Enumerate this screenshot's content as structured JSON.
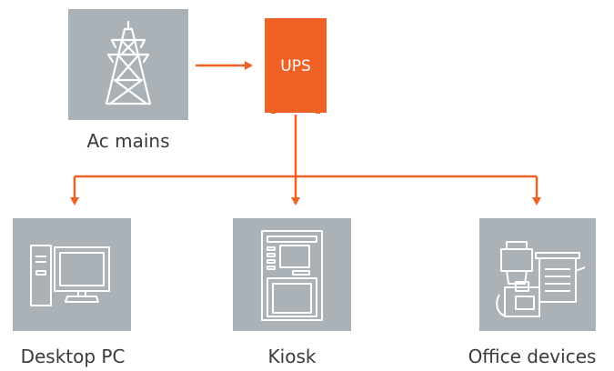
{
  "colors": {
    "accent": "#f06126",
    "tile": "#aab2b7",
    "icon": "#ffffff",
    "text": "#3a3a3a"
  },
  "source": {
    "label": "Ac mains",
    "icon": "transmission-tower-icon"
  },
  "ups": {
    "label": "UPS"
  },
  "loads": [
    {
      "label": "Desktop PC",
      "icon": "desktop-pc-icon"
    },
    {
      "label": "Kiosk",
      "icon": "kiosk-icon"
    },
    {
      "label": "Office devices",
      "icon": "office-devices-icon"
    }
  ]
}
